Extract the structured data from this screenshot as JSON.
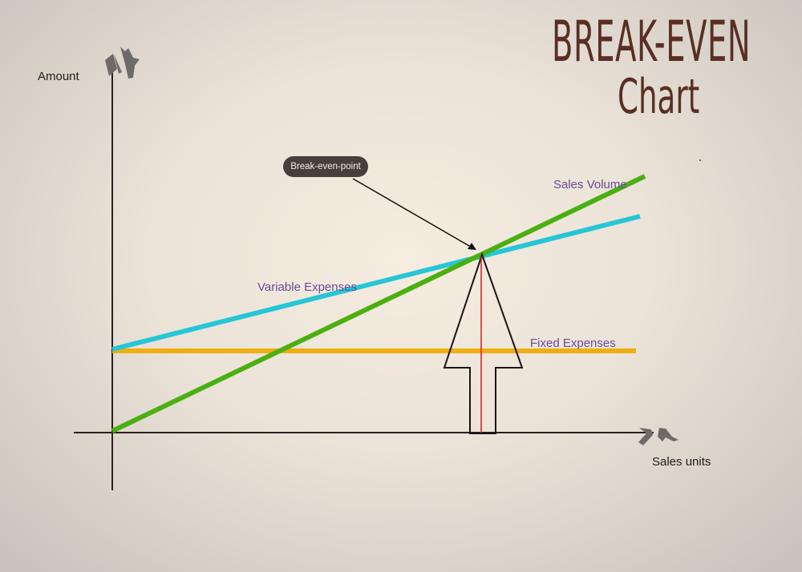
{
  "title": {
    "line1": "BREAK-EVEN",
    "line2": "Chart"
  },
  "axes": {
    "y_label": "Amount",
    "x_label": "Sales units"
  },
  "callout": {
    "label": "Break-even-point"
  },
  "series_labels": {
    "sales_volume": "Sales Volume",
    "variable_expenses": "Variable Expenses",
    "fixed_expenses": "Fixed Expenses"
  },
  "colors": {
    "sales_volume": "#4caf10",
    "variable_expenses": "#26c6d6",
    "fixed_expenses": "#f0ae12",
    "break_even_marker": "#e01818",
    "label_text": "#6a4a98",
    "title_text": "#5a2e24",
    "callout_bg": "#4a3e3c"
  },
  "chart_data": {
    "type": "line",
    "title": "BREAK-EVEN Chart",
    "xlabel": "Sales units",
    "ylabel": "Amount",
    "grid": false,
    "x": [
      0,
      100
    ],
    "series": [
      {
        "name": "Sales Volume",
        "values": [
          0,
          100
        ]
      },
      {
        "name": "Variable Expenses",
        "values": [
          32,
          84
        ]
      },
      {
        "name": "Fixed Expenses",
        "values": [
          32,
          32
        ]
      }
    ],
    "annotations": [
      {
        "text": "Break-even-point",
        "x": 69,
        "y": 70
      }
    ],
    "ylim": [
      0,
      100
    ],
    "xlim": [
      0,
      100
    ]
  }
}
